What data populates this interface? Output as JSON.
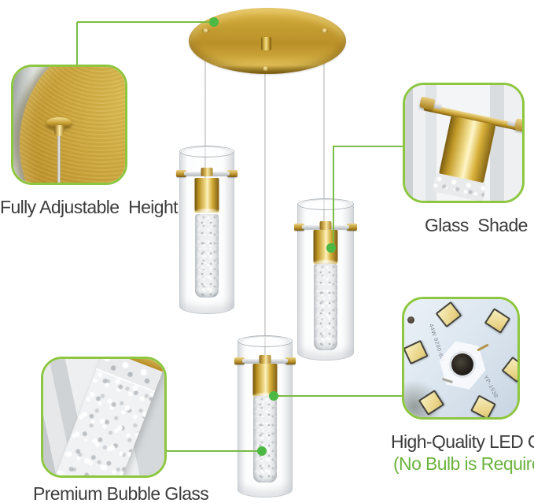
{
  "callouts": {
    "adjustable_height": {
      "label": "Fully Adjustable  Height"
    },
    "glass_shade": {
      "label": "Glass  Shade"
    },
    "bubble_glass": {
      "label": "Premium Bubble Glass"
    },
    "led_chip": {
      "label": "High-Quality LED Chip",
      "sub_label": "(No Bulb is Required)"
    }
  },
  "led_board_markings": {
    "left": "44W 9290-6D",
    "right": "YP-1538"
  },
  "colors": {
    "callout_border_green": "#8dc63f",
    "connector_line_green": "#7abc44",
    "marker_dot_green": "#4cb944",
    "green_text": "#6cb33f",
    "label_text": "#3c3c3c",
    "brass_gold": "#c49d33"
  }
}
